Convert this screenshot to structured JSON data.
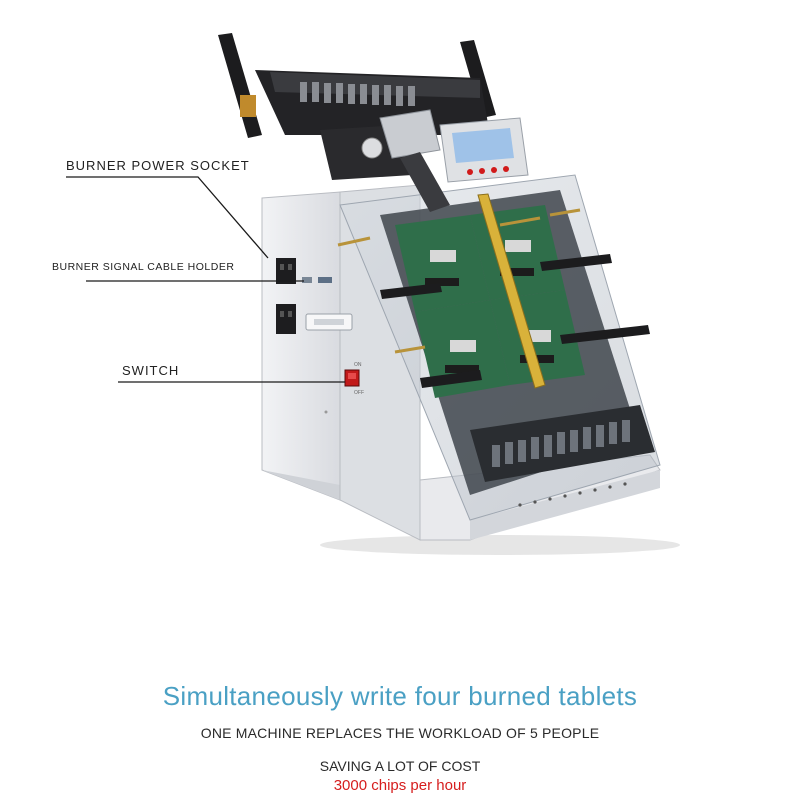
{
  "labels": {
    "burner_power_socket": "BURNER POWER SOCKET",
    "burner_signal_cable_holder": "BURNER SIGNAL CABLE HOLDER",
    "switch": "SWITCH"
  },
  "captions": {
    "title": "Simultaneously write four burned tablets",
    "subtitle": "ONE MACHINE REPLACES THE WORKLOAD OF 5 PEOPLE",
    "saving": "SAVING A LOT OF COST",
    "rate": "3000 chips per hour"
  },
  "panel": {
    "switch_on": "ON",
    "switch_off": "OFF"
  },
  "colors": {
    "caption_title": "#4aa0c4",
    "caption_rate": "#d61e1e",
    "machine_body": "#e8e9ec",
    "lcd": "#9fc2e8"
  }
}
